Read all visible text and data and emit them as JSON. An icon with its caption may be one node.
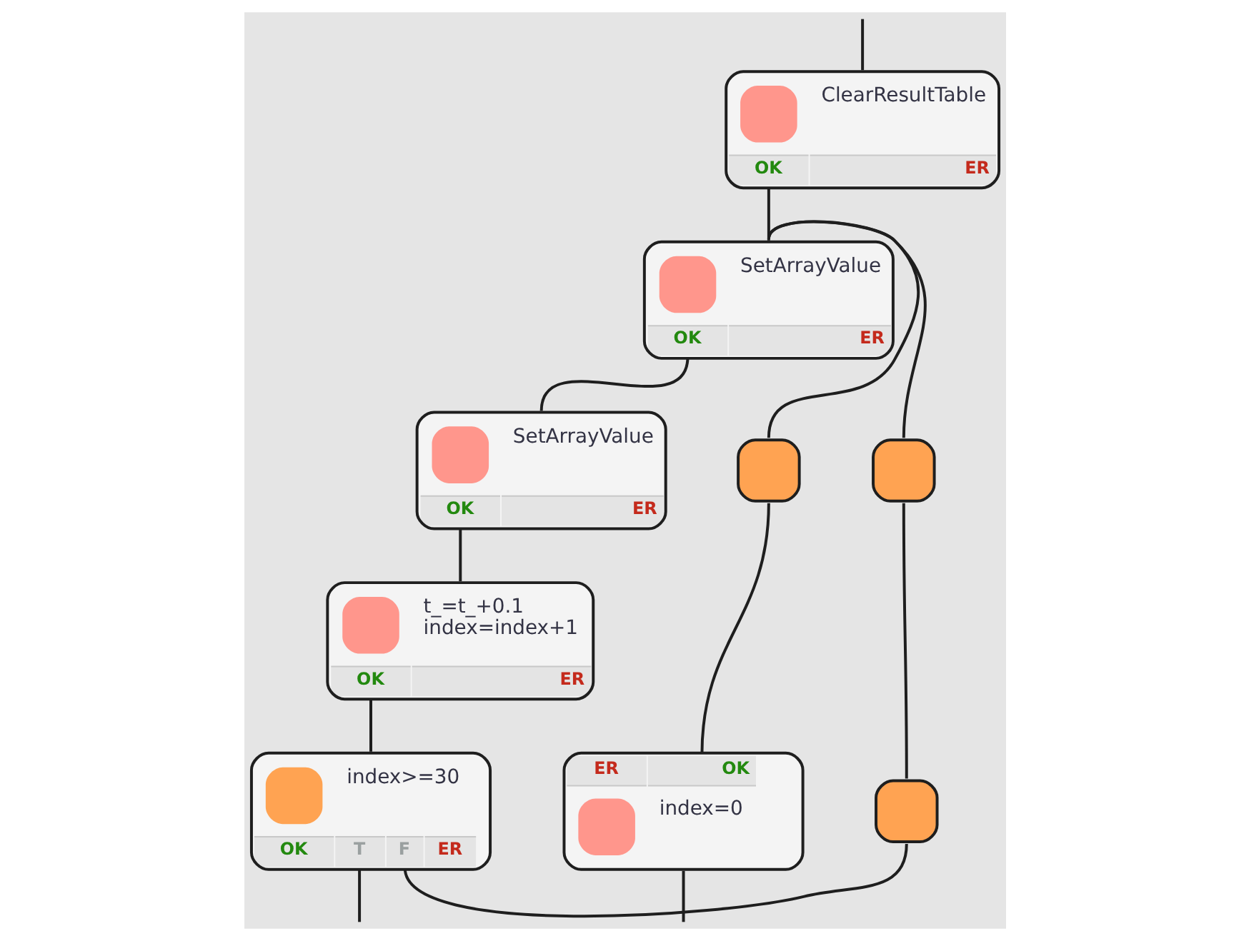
{
  "diagram": {
    "nodes": [
      {
        "text": [
          "ClearResultTable",
          "OK",
          "ER"
        ]
      },
      {
        "text": [
          "SetArrayValue",
          "OK",
          "ER"
        ]
      },
      {
        "text": [],
        "shape": "box"
      },
      {
        "text": [],
        "shape": "box"
      },
      {
        "text": [
          "SetArrayValue",
          "OK",
          "ER"
        ]
      },
      {
        "text": [
          "t_=t_+0.1",
          "index=index+1",
          "OK",
          "ER"
        ]
      },
      {
        "text": [
          "index=0",
          "ER",
          "OK"
        ]
      },
      {
        "text": [
          "index>=30",
          "OK",
          "T",
          "F",
          "ER"
        ]
      },
      {
        "text": [],
        "shape": "box"
      }
    ],
    "edges": [
      {
        "from": null,
        "to": 0,
        "arrow": "none"
      },
      {
        "from": 0,
        "to": 1,
        "arrow": "none"
      },
      {
        "from": 2,
        "to": 1,
        "arrow": "none"
      },
      {
        "from": 3,
        "to": 1,
        "arrow": "none"
      },
      {
        "from": 1,
        "to": 4,
        "arrow": "none"
      },
      {
        "from": 4,
        "to": 5,
        "arrow": "none"
      },
      {
        "from": 5,
        "to": 7,
        "arrow": "none"
      },
      {
        "from": 6,
        "to": 2,
        "arrow": "none"
      },
      {
        "from": 8,
        "to": 3,
        "arrow": "none"
      },
      {
        "from": 7,
        "to": null,
        "arrow": "none"
      },
      {
        "from": 7,
        "to": 8,
        "arrow": "none"
      },
      {
        "from": null,
        "to": 6,
        "arrow": "none"
      }
    ]
  }
}
